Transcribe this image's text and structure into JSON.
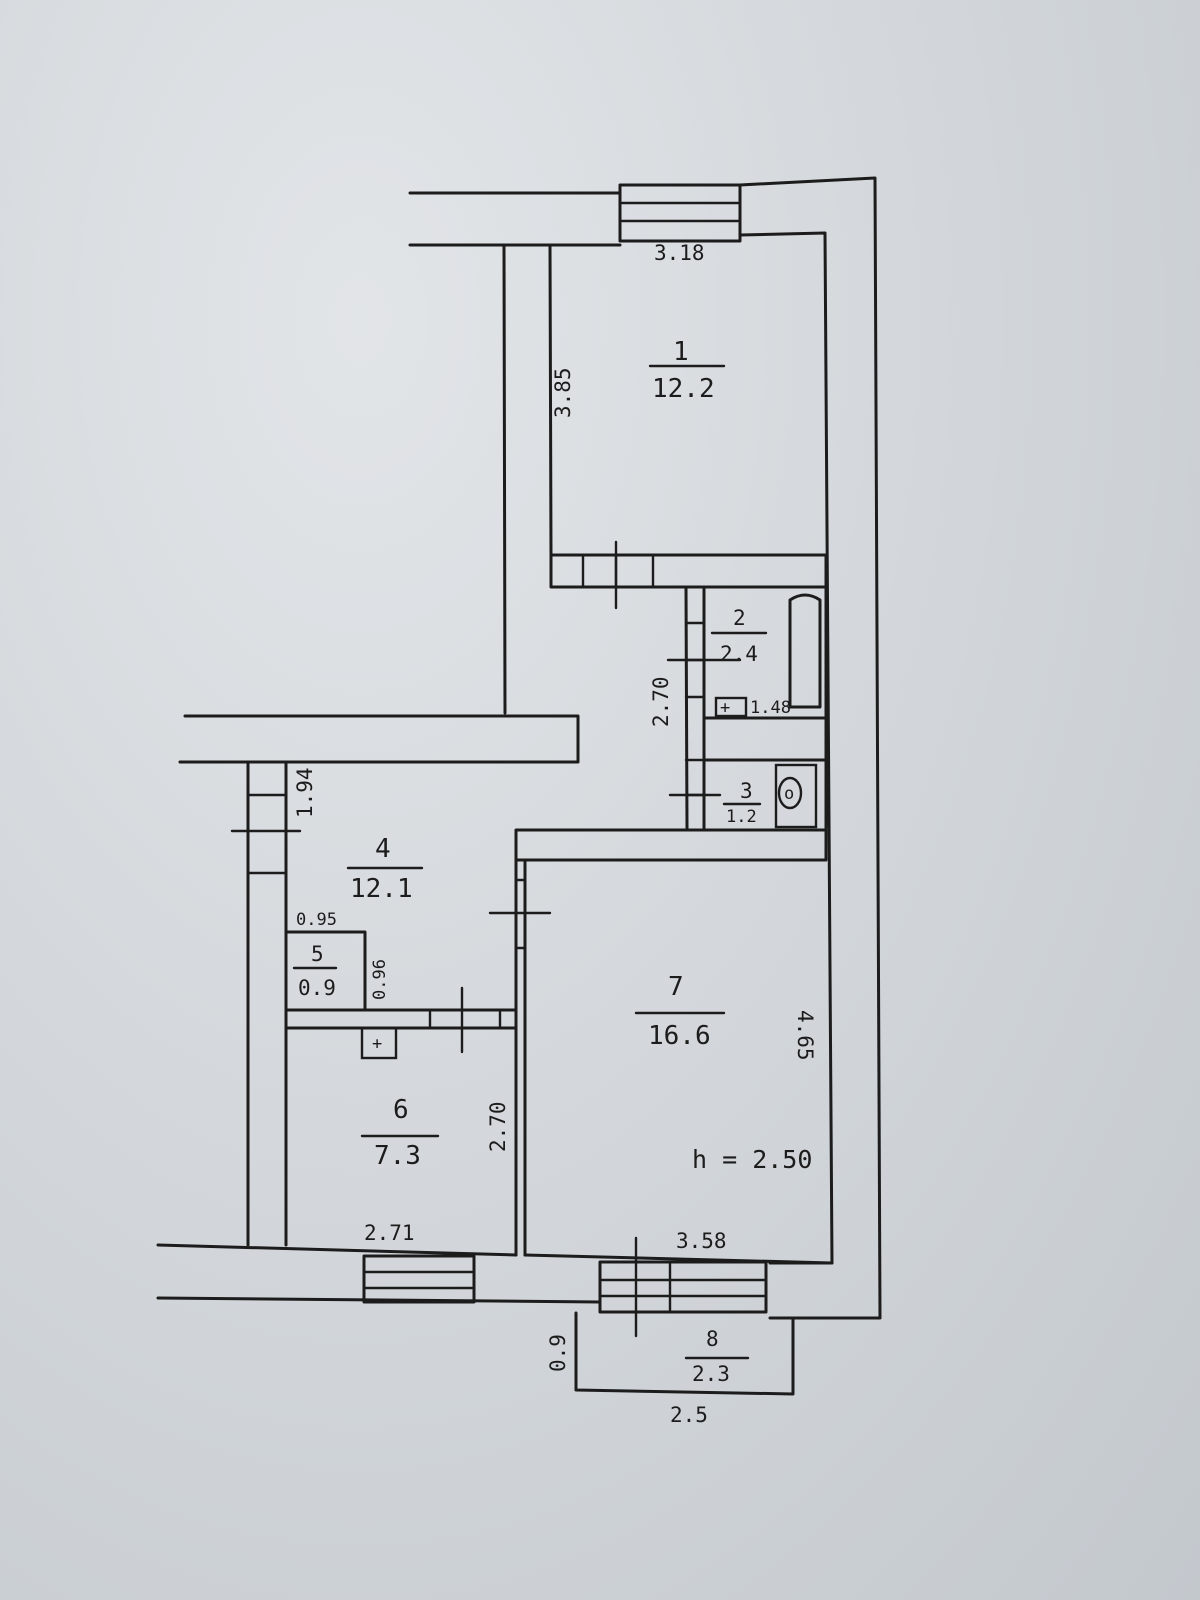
{
  "rooms": [
    {
      "id": "1",
      "area": "12.2"
    },
    {
      "id": "2",
      "area": "2.4"
    },
    {
      "id": "3",
      "area": "1.2"
    },
    {
      "id": "4",
      "area": "12.1"
    },
    {
      "id": "5",
      "area": "0.9"
    },
    {
      "id": "6",
      "area": "7.3"
    },
    {
      "id": "7",
      "area": "16.6"
    },
    {
      "id": "8",
      "area": "2.3"
    }
  ],
  "dimensions": {
    "room1_width": "3.18",
    "room1_length": "3.85",
    "bath_length": "2.70",
    "bath_width": "1.48",
    "hall_length": "1.94",
    "closet_width": "0.95",
    "closet_depth": "0.96",
    "kitchen_length": "2.70",
    "kitchen_width": "2.71",
    "room7_width": "3.58",
    "room7_length": "4.65",
    "balcony_depth": "0.9",
    "balcony_width": "2.5"
  },
  "ceiling_height": "h = 2.50"
}
